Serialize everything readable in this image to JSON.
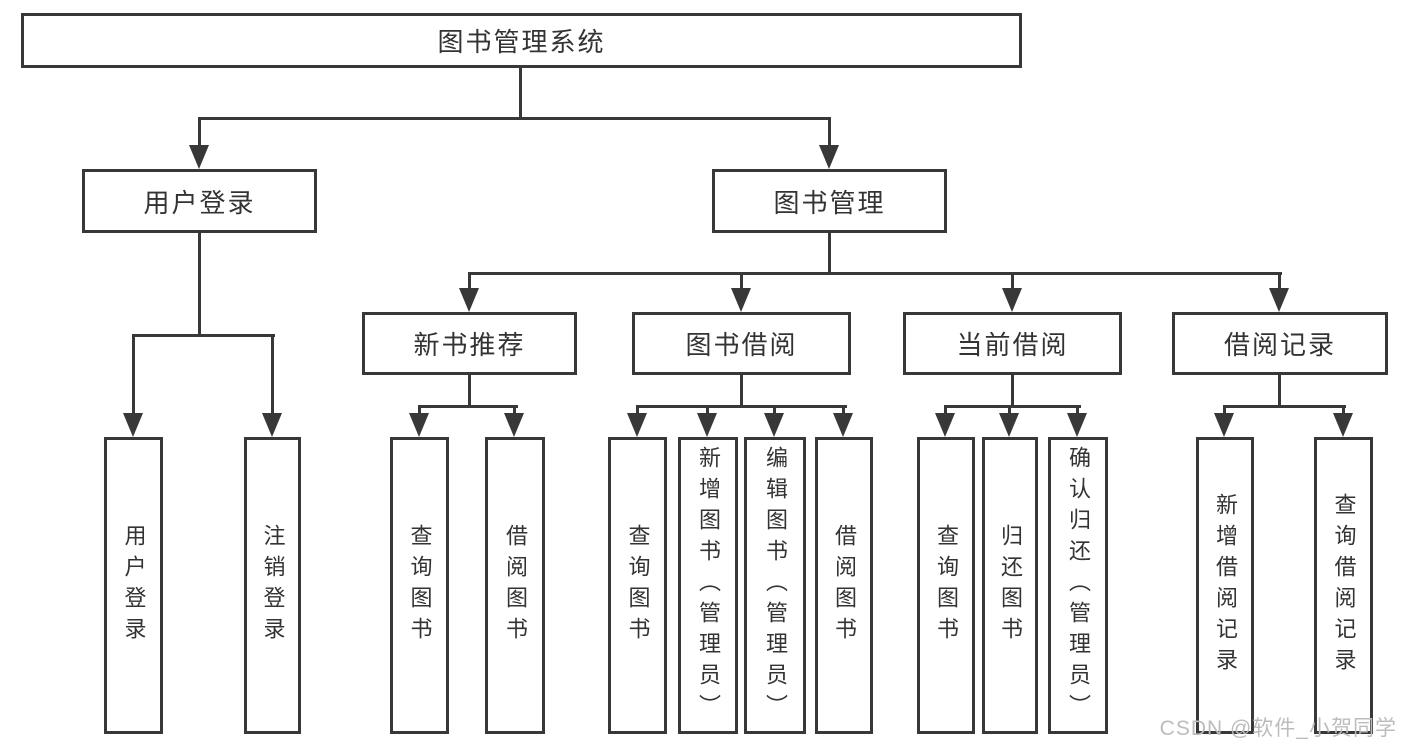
{
  "tree": {
    "root": {
      "label": "图书管理系统",
      "children": [
        {
          "label": "用户登录",
          "children": [
            {
              "label": "用户登录"
            },
            {
              "label": "注销登录"
            }
          ]
        },
        {
          "label": "图书管理",
          "children": [
            {
              "label": "新书推荐",
              "children": [
                {
                  "label": "查询图书"
                },
                {
                  "label": "借阅图书"
                }
              ]
            },
            {
              "label": "图书借阅",
              "children": [
                {
                  "label": "查询图书"
                },
                {
                  "label": "新增图书（管理员）"
                },
                {
                  "label": "编辑图书（管理员）"
                },
                {
                  "label": "借阅图书"
                }
              ]
            },
            {
              "label": "当前借阅",
              "children": [
                {
                  "label": "查询图书"
                },
                {
                  "label": "归还图书"
                },
                {
                  "label": "确认归还（管理员）"
                }
              ]
            },
            {
              "label": "借阅记录",
              "children": [
                {
                  "label": "新增借阅记录"
                },
                {
                  "label": "查询借阅记录"
                }
              ]
            }
          ]
        }
      ]
    }
  },
  "watermark": {
    "text": "CSDN @软件_小贺同学"
  },
  "colors": {
    "line": "#383838",
    "text": "#333333",
    "watermark": "#bcbcbc",
    "background": "#ffffff"
  }
}
